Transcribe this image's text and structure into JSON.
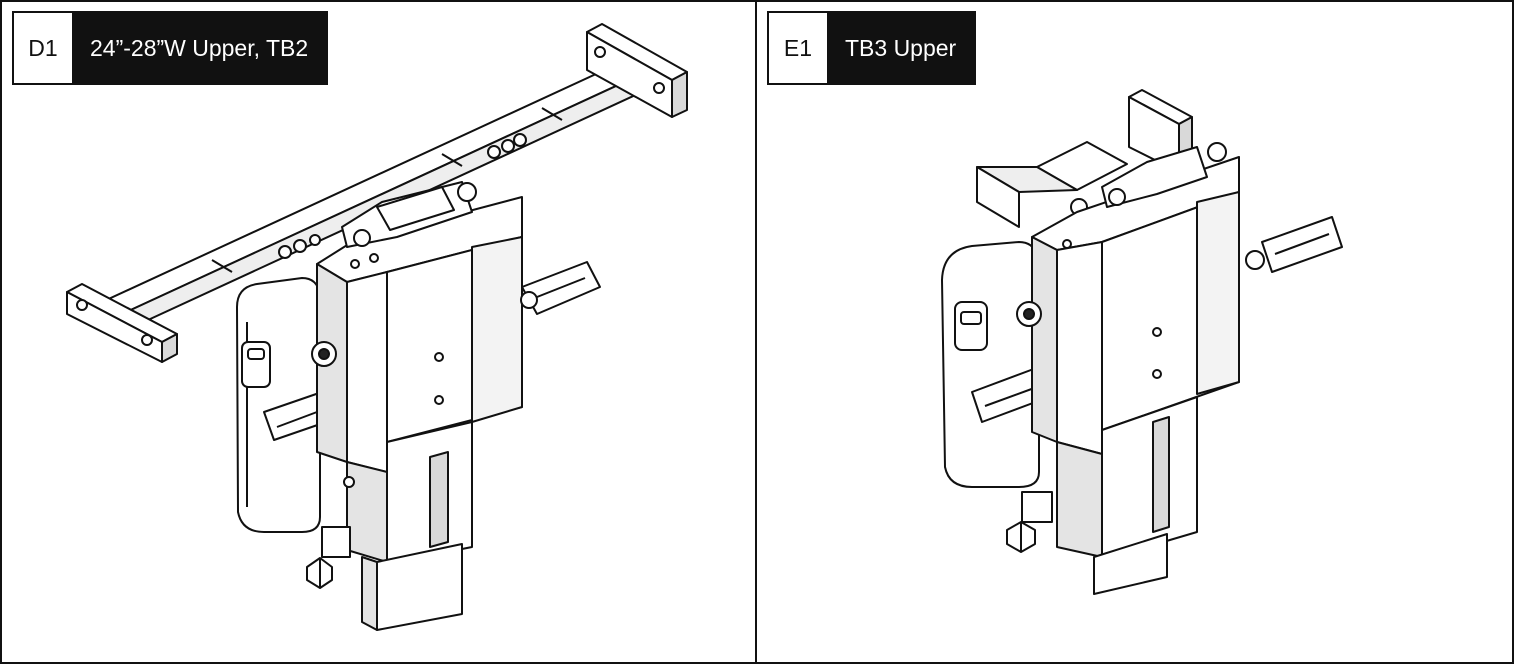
{
  "panels": [
    {
      "code": "D1",
      "title": "24”-28”W Upper, TB2",
      "figure": "upper-mount-assembly-with-width-bar"
    },
    {
      "code": "E1",
      "title": "TB3 Upper",
      "figure": "upper-mount-assembly-compact"
    }
  ],
  "colors": {
    "line": "#111111",
    "fill": "#ffffff",
    "shade": "#d9d9d9",
    "dark": "#222222"
  }
}
